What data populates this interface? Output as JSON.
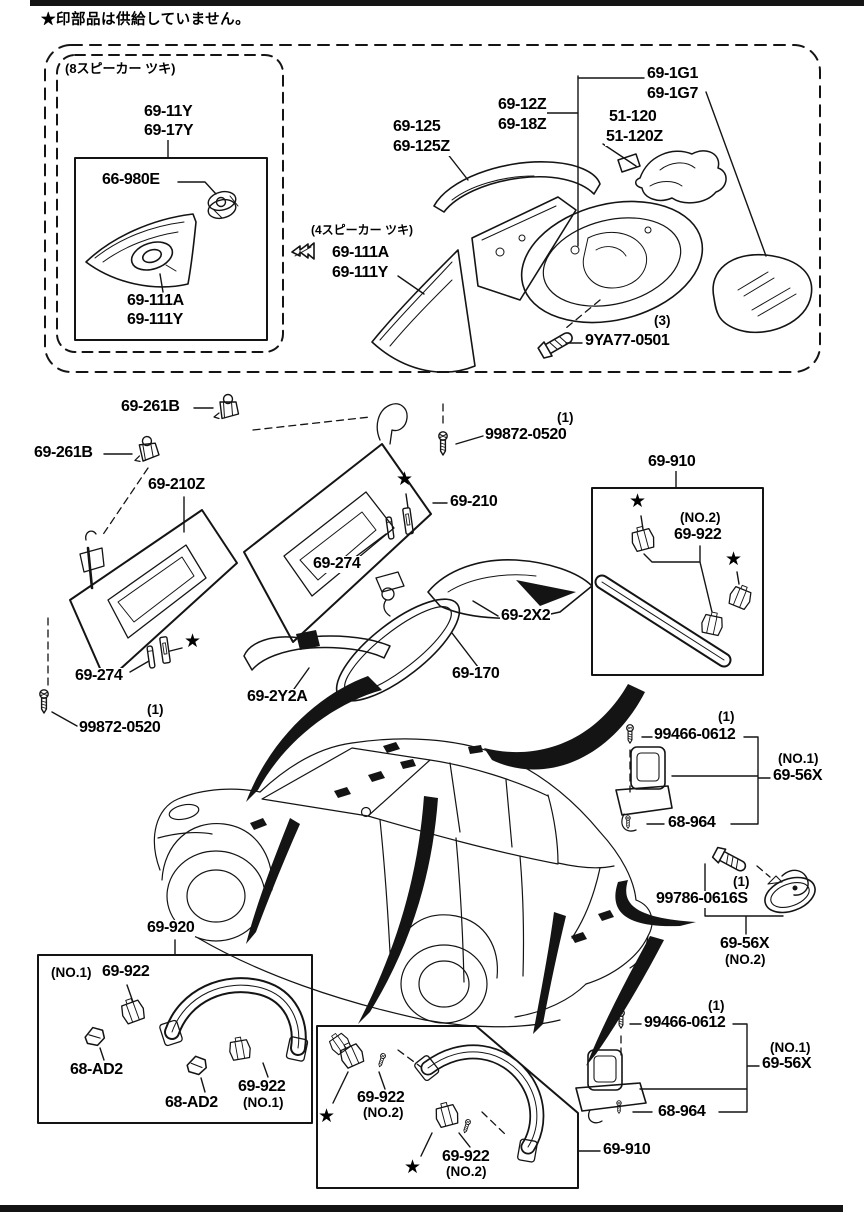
{
  "colors": {
    "ink": "#141414",
    "paper": "#ffffff"
  },
  "note": {
    "text": "★印部品は供給していません。"
  },
  "glyphs": {
    "star": "★"
  },
  "mirrors": {
    "sp8": "(8スピーカー ツキ)",
    "sp4": "(4スピーカー ツキ)",
    "p69_11y": "69-11Y",
    "p69_17y": "69-17Y",
    "p66_980e": "66-980E",
    "p69_111a": "69-111A",
    "p69_111y": "69-111Y",
    "p69_111a_4": "69-111A",
    "p69_111y_4": "69-111Y",
    "p69_125": "69-125",
    "p69_125z": "69-125Z",
    "p69_12z": "69-12Z",
    "p69_18z": "69-18Z",
    "p51_120": "51-120",
    "p51_120z": "51-120Z",
    "p69_1g1": "69-1G1",
    "p69_1g7": "69-1G7",
    "qty3": "(3)",
    "p9ya77_0501": "9YA77-0501"
  },
  "visors": {
    "p69_261b_1": "69-261B",
    "p69_261b_2": "69-261B",
    "p69_210z": "69-210Z",
    "p69_210": "69-210",
    "qty1_right": "(1)",
    "p99872_0520_right": "99872-0520",
    "p69_274_right": "69-274",
    "p69_274_left": "69-274",
    "qty1_left": "(1)",
    "p99872_0520_left": "99872-0520"
  },
  "interior": {
    "p69_2x2": "69-2X2",
    "p69_170": "69-170",
    "p69_2y2a": "69-2Y2A"
  },
  "rear_handle_box": {
    "p69_910": "69-910",
    "no2": "(NO.2)",
    "p69_922": "69-922"
  },
  "hook_top": {
    "qty1": "(1)",
    "p99466_0612": "99466-0612",
    "no1": "(NO.1)",
    "p69_56x": "69-56X",
    "p68_964": "68-964"
  },
  "hook_mid": {
    "qty1": "(1)",
    "p99786_0616s": "99786-0616S",
    "p69_56x": "69-56X",
    "no2": "(NO.2)"
  },
  "hook_bottom": {
    "qty1": "(1)",
    "p99466_0612": "99466-0612",
    "no1": "(NO.1)",
    "p69_56x": "69-56X",
    "p68_964": "68-964"
  },
  "front_handle_box": {
    "p69_920": "69-920",
    "no1": "(NO.1)",
    "p69_922": "69-922",
    "p68_ad2_1": "68-AD2",
    "p68_ad2_2": "68-AD2",
    "p69_922_2": "69-922",
    "no1_2": "(NO.1)"
  },
  "mid_handle_box": {
    "p69_922_1": "69-922",
    "no2_1": "(NO.2)",
    "p69_922_2": "69-922",
    "no2_2": "(NO.2)",
    "p69_910": "69-910"
  }
}
